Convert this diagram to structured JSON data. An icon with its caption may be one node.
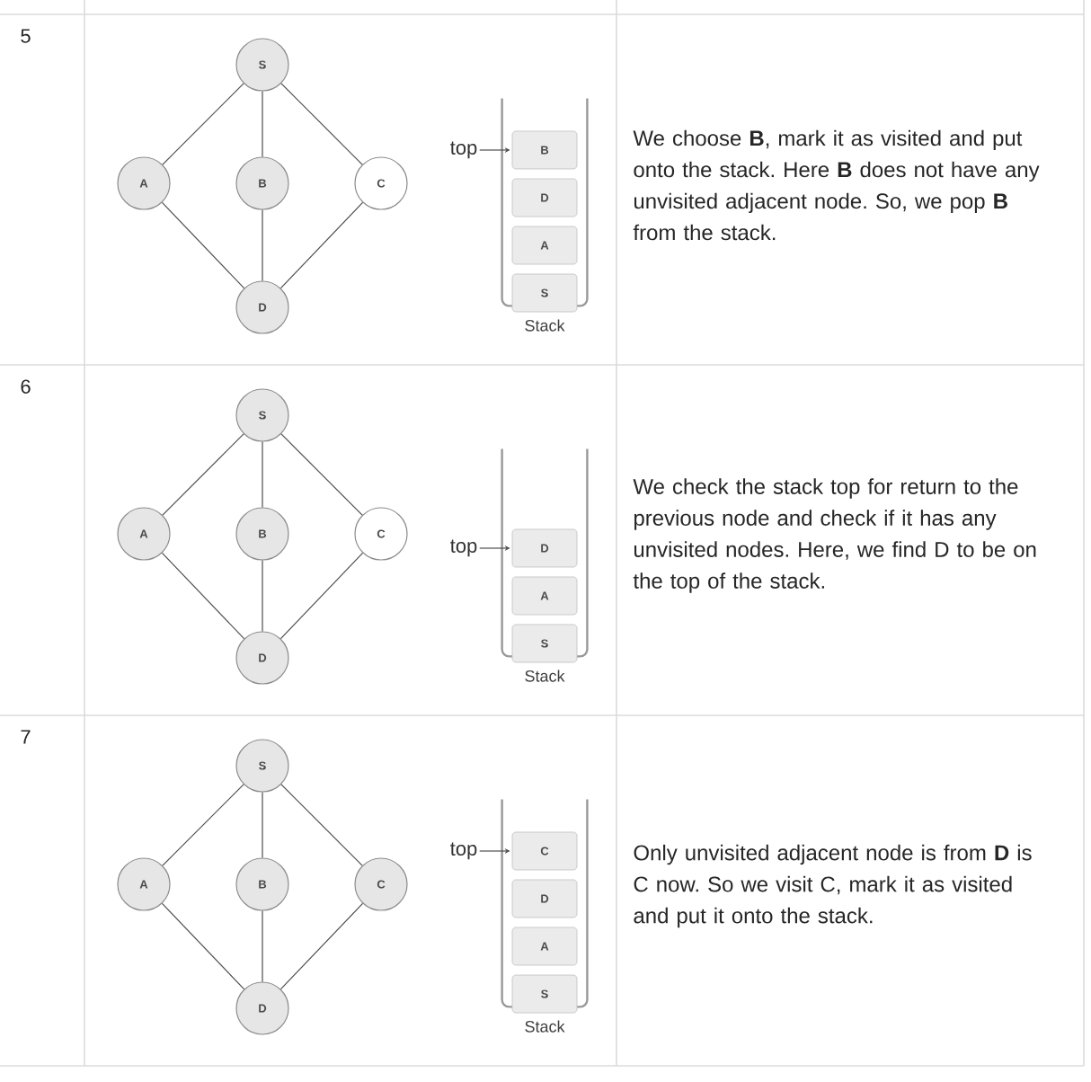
{
  "diagram": {
    "nodes": [
      {
        "text": [
          "S"
        ]
      },
      {
        "text": [
          "A"
        ]
      },
      {
        "text": [
          "B"
        ]
      },
      {
        "text": [
          "C"
        ]
      },
      {
        "text": [
          "D"
        ]
      },
      {
        "text": [
          "top"
        ]
      },
      {
        "text": [
          "Stack"
        ]
      },
      {
        "text": [
          "B"
        ],
        "in": 6
      },
      {
        "text": [
          "D"
        ],
        "in": 6
      },
      {
        "text": [
          "A"
        ],
        "in": 6
      },
      {
        "text": [
          "S"
        ],
        "in": 6
      },
      {
        "text": [
          "S"
        ]
      },
      {
        "text": [
          "A"
        ]
      },
      {
        "text": [
          "B"
        ]
      },
      {
        "text": [
          "C"
        ]
      },
      {
        "text": [
          "D"
        ]
      },
      {
        "text": [
          "top"
        ]
      },
      {
        "text": [
          "Stack"
        ]
      },
      {
        "text": [
          "D"
        ],
        "in": 17
      },
      {
        "text": [
          "A"
        ],
        "in": 17
      },
      {
        "text": [
          "S"
        ],
        "in": 17
      },
      {
        "text": [
          "S"
        ]
      },
      {
        "text": [
          "A"
        ]
      },
      {
        "text": [
          "B"
        ]
      },
      {
        "text": [
          "C"
        ]
      },
      {
        "text": [
          "D"
        ]
      },
      {
        "text": [
          "top"
        ]
      },
      {
        "text": [
          "Stack"
        ]
      },
      {
        "text": [
          "C"
        ],
        "in": 27
      },
      {
        "text": [
          "D"
        ],
        "in": 27
      },
      {
        "text": [
          "A"
        ],
        "in": 27
      },
      {
        "text": [
          "S"
        ],
        "in": 27
      }
    ],
    "edges": [
      {
        "from": 0,
        "to": 1,
        "arrow": "none"
      },
      {
        "from": 0,
        "to": 2,
        "arrow": "none"
      },
      {
        "from": 0,
        "to": 3,
        "arrow": "none"
      },
      {
        "from": 1,
        "to": 4,
        "arrow": "none"
      },
      {
        "from": 2,
        "to": 4,
        "arrow": "none"
      },
      {
        "from": 3,
        "to": 4,
        "arrow": "none"
      },
      {
        "from": 5,
        "to": 7,
        "arrow": "to"
      },
      {
        "from": 11,
        "to": 12,
        "arrow": "none"
      },
      {
        "from": 11,
        "to": 13,
        "arrow": "none"
      },
      {
        "from": 11,
        "to": 14,
        "arrow": "none"
      },
      {
        "from": 12,
        "to": 15,
        "arrow": "none"
      },
      {
        "from": 13,
        "to": 15,
        "arrow": "none"
      },
      {
        "from": 14,
        "to": 15,
        "arrow": "none"
      },
      {
        "from": 16,
        "to": 18,
        "arrow": "to"
      },
      {
        "from": 21,
        "to": 22,
        "arrow": "none"
      },
      {
        "from": 21,
        "to": 23,
        "arrow": "none"
      },
      {
        "from": 21,
        "to": 24,
        "arrow": "none"
      },
      {
        "from": 22,
        "to": 25,
        "arrow": "none"
      },
      {
        "from": 23,
        "to": 25,
        "arrow": "none"
      },
      {
        "from": 24,
        "to": 25,
        "arrow": "none"
      },
      {
        "from": 26,
        "to": 28,
        "arrow": "to"
      }
    ],
    "labels": [
      "5",
      "We choose **B**, mark it as visited and put onto the stack. Here **B** does not have any unvisited adjacent node. So, we pop **B** from the stack.",
      "6",
      "We check the stack top for return to the previous node and check if it has any unvisited nodes. Here, we find D to be on the top of the stack.",
      "7",
      "Only unvisited adjacent node is from **D** is C now. So we visit C, mark it as visited and put it onto the stack."
    ]
  }
}
